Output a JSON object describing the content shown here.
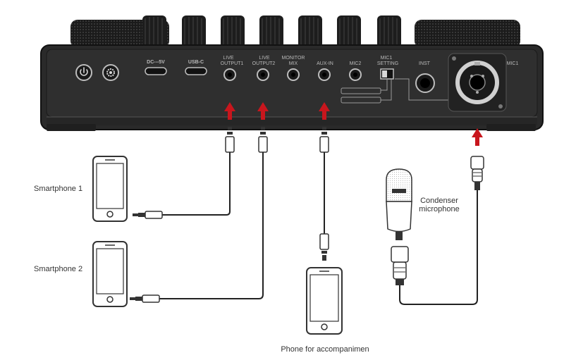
{
  "labels": {
    "smartphone_1": "Smartphone 1",
    "smartphone_2": "Smartphone 2",
    "condenser_line1": "Condenser",
    "condenser_line2": "microphone",
    "phone_accompaniment": "Phone for accompanimen"
  },
  "ports": {
    "dc": "DC---5V",
    "usbc": "USB-C",
    "live1_a": "LIVE",
    "live1_b": "OUTPUT1",
    "live2_a": "LIVE",
    "live2_b": "OUTPUT2",
    "monitor_a": "MONITOR",
    "monitor_b": "MIX",
    "auxin": "AUX-IN",
    "mic2": "MIC2",
    "mic1set_a": "MIC1",
    "mic1set_b": "SETTING",
    "inst": "INST",
    "mic1": "MIC1"
  },
  "colors": {
    "arrow": "#c8161d",
    "device_body": "#2a2a2a",
    "line": "#222222"
  }
}
